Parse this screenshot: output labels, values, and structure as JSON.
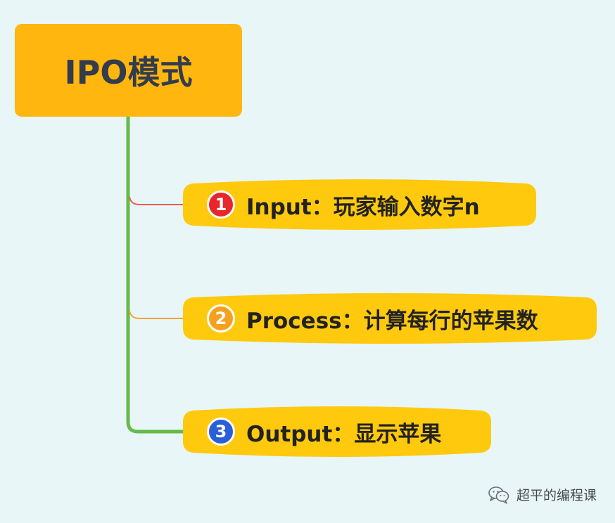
{
  "diagram": {
    "root": {
      "label": "IPO模式",
      "color": "#ffb70f"
    },
    "branches": [
      {
        "number": "1",
        "label": "Input：玩家输入数字n",
        "badge_color": "#e8262b",
        "line_color": "#ef5a50"
      },
      {
        "number": "2",
        "label": "Process：计算每行的苹果数",
        "badge_color": "#f5a11f",
        "line_color": "#f5a336"
      },
      {
        "number": "3",
        "label": "Output：显示苹果",
        "badge_color": "#2a5fd8",
        "line_color": "#64bb47"
      }
    ],
    "trunk_color": "#64bb47",
    "node_color": "#ffc90e"
  },
  "watermark": {
    "icon": "wechat-icon",
    "text": "超平的编程课"
  }
}
